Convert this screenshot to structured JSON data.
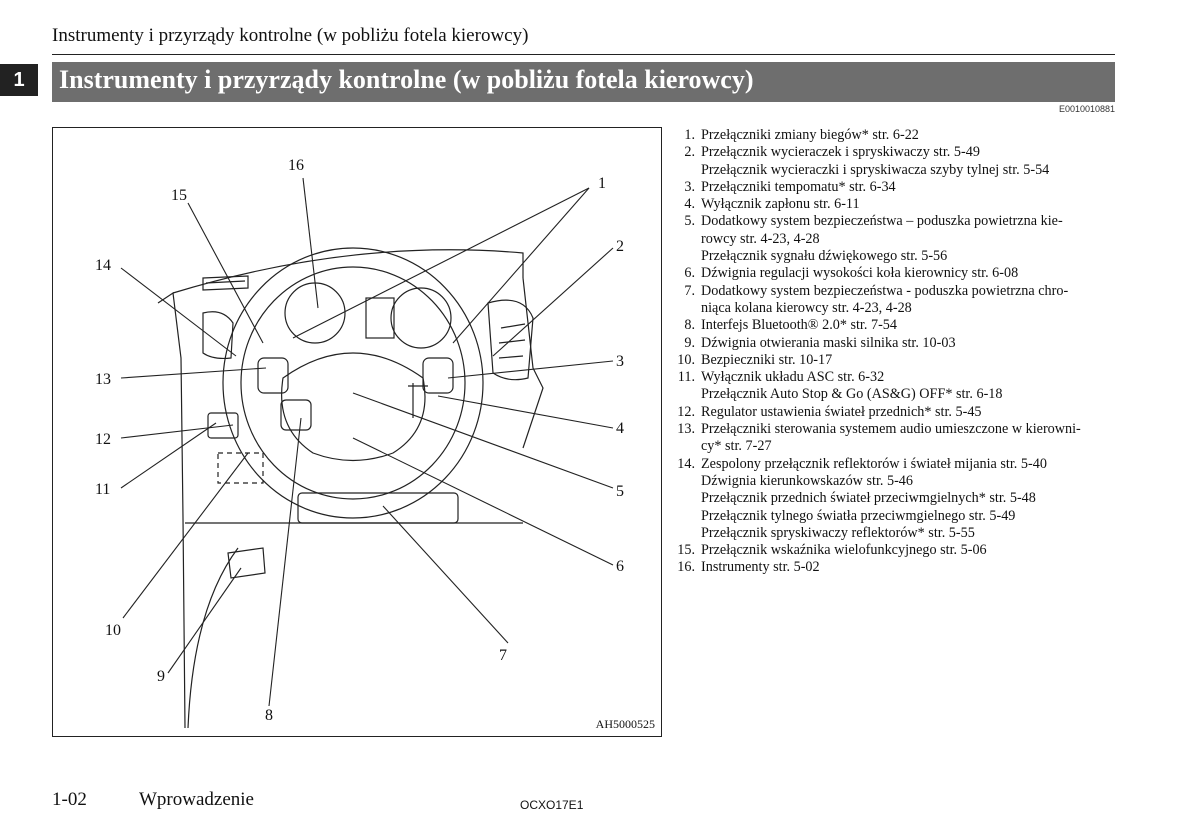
{
  "running_header": "Instrumenty i przyrządy kontrolne (w pobliżu fotela kierowcy)",
  "chapter_number": "1",
  "section_title": "Instrumenty i przyrządy kontrolne (w pobliżu fotela kierowcy)",
  "doc_code": "E0010010881",
  "figure": {
    "id": "AH5000525",
    "callouts": [
      "1",
      "2",
      "3",
      "4",
      "5",
      "6",
      "7",
      "8",
      "9",
      "10",
      "11",
      "12",
      "13",
      "14",
      "15",
      "16"
    ]
  },
  "items": [
    {
      "num": "1.",
      "lines": [
        "Przełączniki zmiany biegów* str. 6-22"
      ]
    },
    {
      "num": "2.",
      "lines": [
        "Przełącznik wycieraczek i spryskiwaczy str. 5-49",
        "Przełącznik wycieraczki i spryskiwacza szyby tylnej str. 5-54"
      ]
    },
    {
      "num": "3.",
      "lines": [
        "Przełączniki tempomatu* str. 6-34"
      ]
    },
    {
      "num": "4.",
      "lines": [
        "Wyłącznik zapłonu str. 6-11"
      ]
    },
    {
      "num": "5.",
      "lines": [
        "Dodatkowy system bezpieczeństwa – poduszka powietrzna kie-",
        "rowcy str. 4-23, 4-28",
        "Przełącznik sygnału dźwiękowego str. 5-56"
      ]
    },
    {
      "num": "6.",
      "lines": [
        "Dźwignia regulacji wysokości koła kierownicy str. 6-08"
      ]
    },
    {
      "num": "7.",
      "lines": [
        "Dodatkowy system bezpieczeństwa - poduszka powietrzna chro-",
        "niąca kolana kierowcy str. 4-23, 4-28"
      ]
    },
    {
      "num": "8.",
      "lines": [
        "Interfejs Bluetooth® 2.0* str. 7-54"
      ]
    },
    {
      "num": "9.",
      "lines": [
        "Dźwignia otwierania maski silnika str. 10-03"
      ]
    },
    {
      "num": "10.",
      "lines": [
        "Bezpieczniki str. 10-17"
      ]
    },
    {
      "num": "11.",
      "lines": [
        "Wyłącznik układu ASC str. 6-32",
        "Przełącznik Auto Stop & Go (AS&G) OFF* str. 6-18"
      ]
    },
    {
      "num": "12.",
      "lines": [
        "Regulator ustawienia świateł przednich* str. 5-45"
      ]
    },
    {
      "num": "13.",
      "lines": [
        "Przełączniki sterowania systemem audio umieszczone w kierowni-",
        "cy* str. 7-27"
      ]
    },
    {
      "num": "14.",
      "lines": [
        "Zespolony przełącznik reflektorów i świateł mijania str. 5-40",
        "Dźwignia kierunkowskazów str. 5-46",
        "Przełącznik przednich świateł przeciwmgielnych* str. 5-48",
        "Przełącznik tylnego światła przeciwmgielnego str. 5-49",
        "Przełącznik spryskiwaczy reflektorów* str. 5-55"
      ]
    },
    {
      "num": "15.",
      "lines": [
        "Przełącznik wskaźnika wielofunkcyjnego str. 5-06"
      ]
    },
    {
      "num": "16.",
      "lines": [
        "Instrumenty str. 5-02"
      ]
    }
  ],
  "footer": {
    "page": "1-02",
    "section": "Wprowadzenie",
    "code": "OCXO17E1"
  }
}
